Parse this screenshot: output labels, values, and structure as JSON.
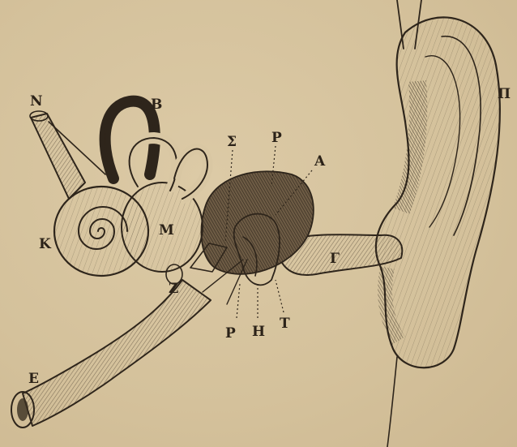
{
  "diagram": {
    "labels": {
      "N": "N",
      "B": "B",
      "Sigma": "Σ",
      "Rho_top": "Ρ",
      "A": "A",
      "Pi": "Π",
      "K": "K",
      "M": "M",
      "Gamma": "Γ",
      "Z": "Z",
      "Rho_bottom": "Ρ",
      "Eta": "Η",
      "T": "Τ",
      "E": "E"
    }
  }
}
